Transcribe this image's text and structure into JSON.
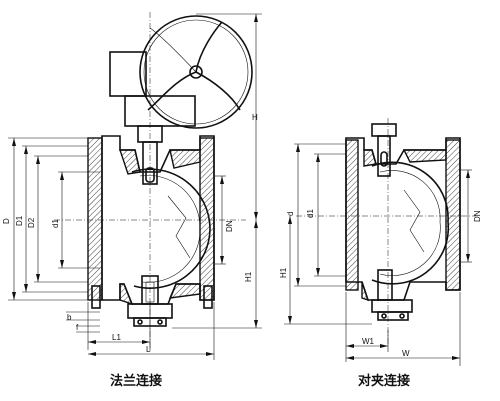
{
  "left_view": {
    "caption": "法兰连接",
    "dims": {
      "D": "D",
      "D1": "D1",
      "D2": "D2",
      "d1": "d1",
      "DN": "DN",
      "H": "H",
      "H1": "H1",
      "b": "b",
      "f": "f",
      "L1": "L1",
      "L": "L"
    }
  },
  "right_view": {
    "caption": "对夹连接",
    "dims": {
      "d": "d",
      "d1": "d1",
      "DN": "DN",
      "H1": "H1",
      "W1": "W1",
      "W": "W"
    }
  }
}
